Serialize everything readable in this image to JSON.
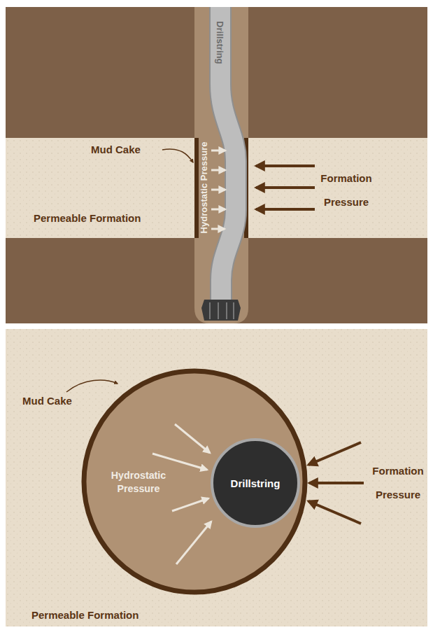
{
  "diagram": {
    "nodes": [
      {
        "text": [
          "Drillstring"
        ]
      },
      {
        "text": [
          "Hydrostatic Pressure"
        ]
      },
      {
        "text": [
          "Drillstring"
        ],
        "in": 1
      }
    ],
    "labels": [
      "Mud Cake",
      "Hydrostatic Pressure",
      "Formation Pressure",
      "Permeable Formation",
      "Mud Cake",
      "Formation Pressure",
      "Permeable Formation"
    ]
  }
}
